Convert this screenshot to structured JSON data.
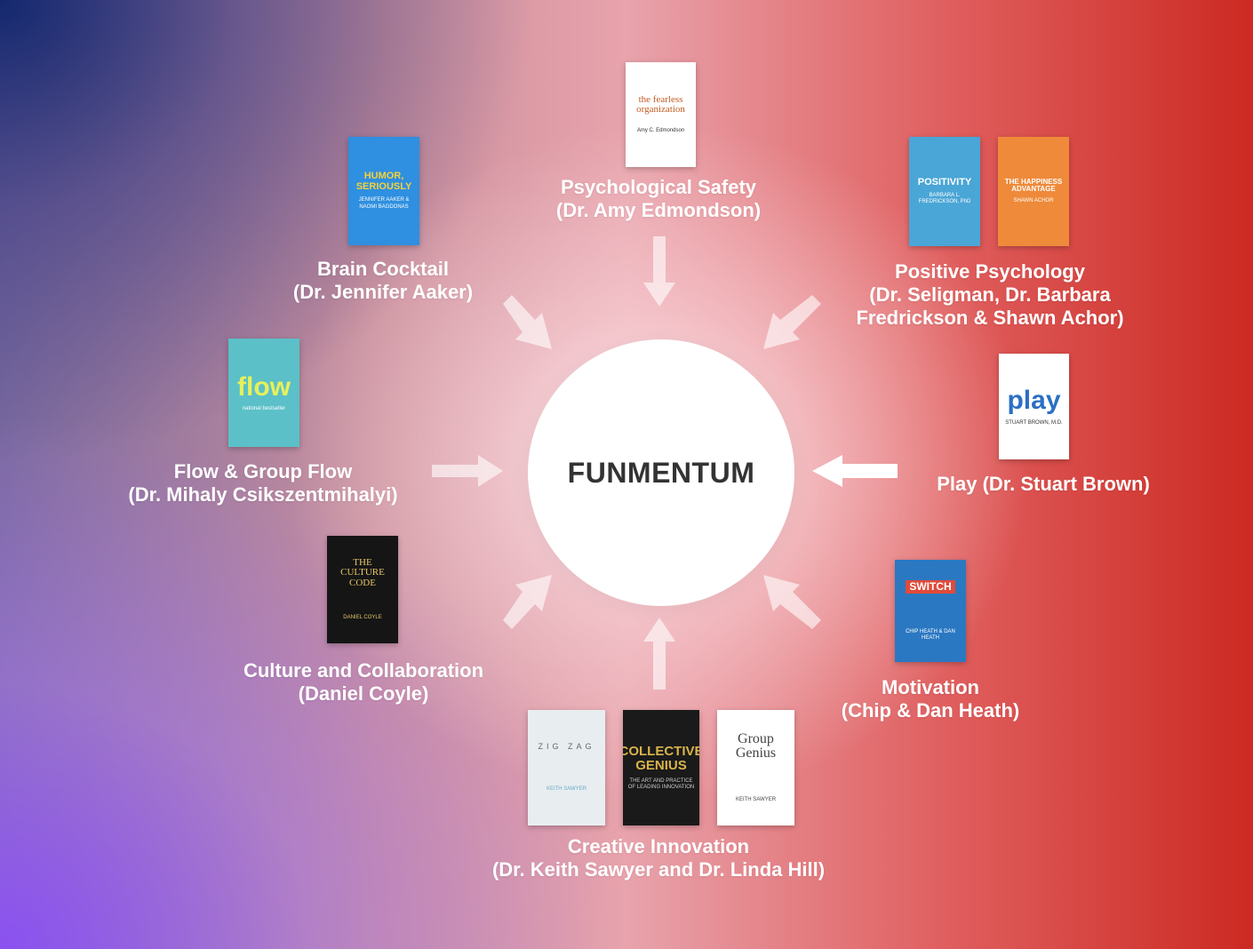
{
  "center": {
    "label": "FUNMENTUM"
  },
  "nodes": {
    "psych_safety": {
      "line1": "Psychological Safety",
      "line2": "(Dr. Amy Edmondson)"
    },
    "brain_cocktail": {
      "line1": "Brain Cocktail",
      "line2": "(Dr. Jennifer Aaker)"
    },
    "positive_psych": {
      "line1": "Positive Psychology",
      "line2": "(Dr. Seligman, Dr. Barbara",
      "line3": "Fredrickson & Shawn Achor)"
    },
    "flow": {
      "line1": "Flow & Group Flow",
      "line2": "(Dr. Mihaly Csikszentmihalyi)"
    },
    "play": {
      "line1": "Play (Dr. Stuart Brown)"
    },
    "culture": {
      "line1": "Culture and Collaboration",
      "line2": "(Daniel Coyle)"
    },
    "motivation": {
      "line1": "Motivation",
      "line2": "(Chip & Dan Heath)"
    },
    "creative": {
      "line1": "Creative Innovation",
      "line2": "(Dr. Keith Sawyer and Dr. Linda Hill)"
    }
  },
  "books": {
    "fearless": {
      "title": "the fearless organization",
      "author": "Amy C. Edmondson",
      "bg": "#ffffff",
      "fg": "#c25a20"
    },
    "humor": {
      "title": "HUMOR, SERIOUSLY",
      "author": "JENNIFER AAKER & NAOMI BAGDONAS",
      "bg": "#2f8fe0",
      "fg": "#f6d23a"
    },
    "positivity": {
      "title": "POSITIVITY",
      "author": "BARBARA L. FREDRICKSON, PhD",
      "bg": "#4aa6d6",
      "fg": "#ffffff"
    },
    "happiness": {
      "title": "THE HAPPINESS ADVANTAGE",
      "author": "SHAWN ACHOR",
      "bg": "#ee8a3a",
      "fg": "#ffffff"
    },
    "flow": {
      "title": "flow",
      "author": "national bestseller",
      "bg": "#5cc0c8",
      "fg": "#e7f05a"
    },
    "play": {
      "title": "play",
      "author": "STUART BROWN, M.D.",
      "bg": "#ffffff",
      "fg": "#2b6fc4"
    },
    "culture": {
      "title": "THE CULTURE CODE",
      "author": "DANIEL COYLE",
      "bg": "#151515",
      "fg": "#e8c766"
    },
    "switch": {
      "title": "SWITCH",
      "author": "CHIP HEATH & DAN HEATH",
      "bg": "#2b78c2",
      "fg": "#ffffff"
    },
    "zigzag": {
      "title": "ZIG ZAG",
      "author": "KEITH SAWYER",
      "bg": "#e8eef0",
      "fg": "#666666"
    },
    "collective": {
      "title": "COLLECTIVE GENIUS",
      "author": "THE ART AND PRACTICE OF LEADING INNOVATION",
      "bg": "#1a1a1a",
      "fg": "#d9b44a"
    },
    "group": {
      "title": "Group Genius",
      "author": "KEITH SAWYER",
      "bg": "#ffffff",
      "fg": "#444444"
    }
  }
}
